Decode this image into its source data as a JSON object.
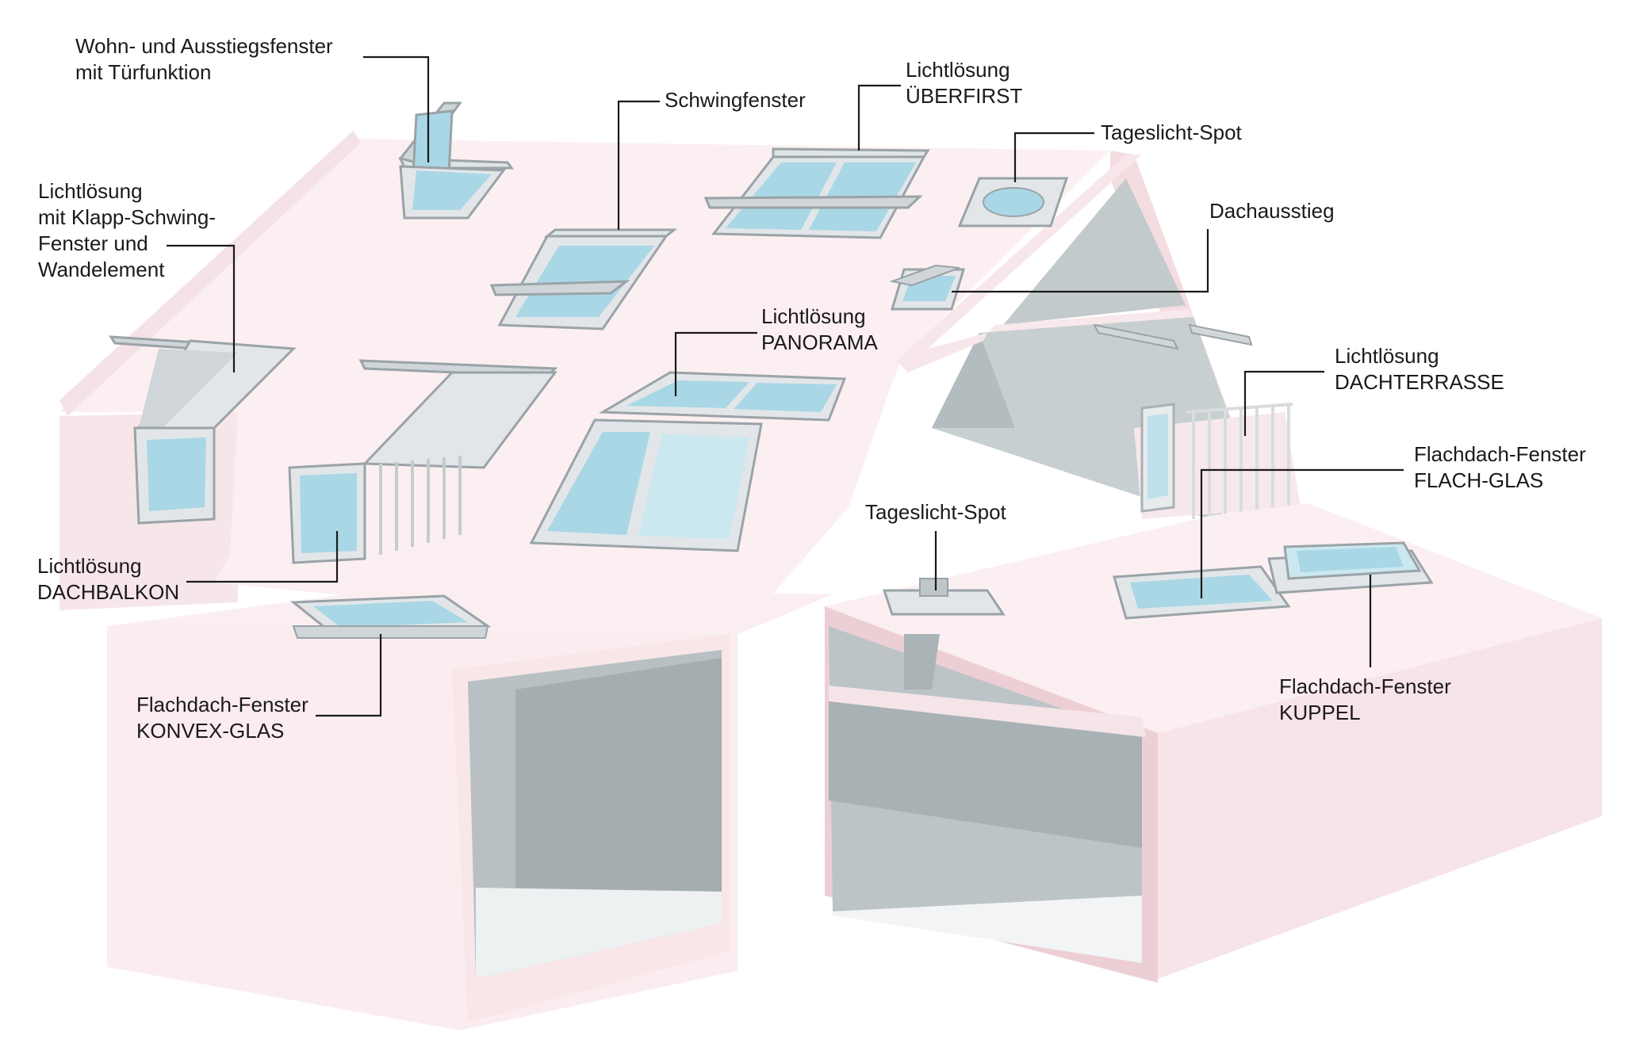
{
  "colors": {
    "wall": "#faecef",
    "wall_side": "#f4dfe3",
    "roof_edge": "#f6e3e7",
    "interior": "#c5ccce",
    "interior_dark": "#a9b2b5",
    "interior_light": "#dfe4e5",
    "glass": "#a9d7e6",
    "glass_light": "#cbe8f1",
    "frame": "#9aa3a7",
    "frame_light": "#e2e6e8",
    "line": "#1a1a1a"
  },
  "labels": {
    "wohn_ausstieg": [
      "Wohn- und Ausstiegsfenster",
      "mit Türfunktion"
    ],
    "schwingfenster": [
      "Schwingfenster"
    ],
    "ueberfirst": [
      "Lichtlösung",
      "ÜBERFIRST"
    ],
    "tageslicht_top": [
      "Tageslicht-Spot"
    ],
    "dachausstieg": [
      "Dachausstieg"
    ],
    "klapp_schwing": [
      "Lichtlösung",
      "mit Klapp-Schwing-",
      "Fenster und",
      "Wandelement"
    ],
    "panorama": [
      "Lichtlösung",
      "PANORAMA"
    ],
    "dachterrasse": [
      "Lichtlösung",
      "DACHTERRASSE"
    ],
    "flach_glas": [
      "Flachdach-Fenster",
      "FLACH-GLAS"
    ],
    "tageslicht_flat": [
      "Tageslicht-Spot"
    ],
    "dachbalkon": [
      "Lichtlösung",
      "DACHBALKON"
    ],
    "konvex_glas": [
      "Flachdach-Fenster",
      "KONVEX-GLAS"
    ],
    "kuppel": [
      "Flachdach-Fenster",
      "KUPPEL"
    ]
  }
}
